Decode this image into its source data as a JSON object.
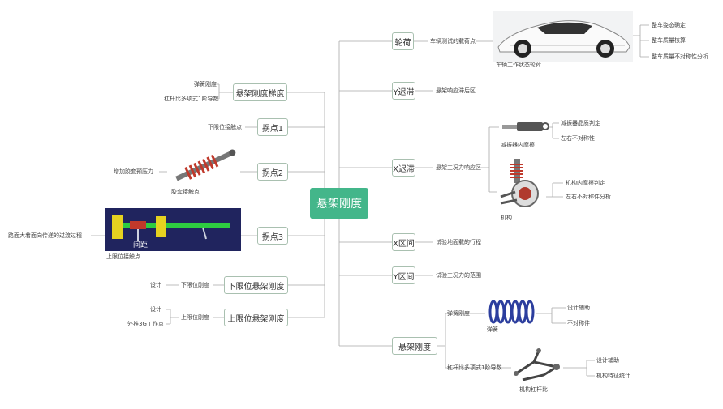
{
  "root": "悬架刚度",
  "right": {
    "lunhe": {
      "title": "轮荷",
      "sub": "车辆测试的载荷点",
      "caption": "车辆工作状态轮荷",
      "items": [
        "整车姿态确定",
        "整车质量核算",
        "整车质量不对称性分析"
      ]
    },
    "yjinghua": {
      "title": "Y迟滞",
      "sub": "悬架响应滞后区"
    },
    "xjinghua": {
      "title": "X迟滞",
      "sub": "悬架工况力响应区",
      "shock": {
        "caption": "减振器内摩擦",
        "items": [
          "减振器品质判定",
          "左右不对称性"
        ]
      },
      "mech": {
        "caption": "机构",
        "items": [
          "机构内摩擦判定",
          "左右不对称件分析"
        ]
      }
    },
    "xqujian": {
      "title": "X区间",
      "sub": "试验地面载的行程"
    },
    "yqujian": {
      "title": "Y区间",
      "sub": "试验工况力的范围"
    },
    "xuanjia": {
      "title": "悬架刚度",
      "spring": {
        "label": "弹簧刚度",
        "caption": "弹簧",
        "items": [
          "设计辅助",
          "不对称件"
        ]
      },
      "lever": {
        "label": "杠杆比多项式1阶导数",
        "caption": "机构杠杆比",
        "items": [
          "设计辅助",
          "机构特征统计"
        ]
      }
    }
  },
  "left": {
    "xuanjia_tidu": {
      "title": "悬架刚度梯度",
      "items": [
        "弹簧刚度",
        "杠杆比多项式1阶导数"
      ]
    },
    "guaidian1": {
      "title": "拐点1",
      "items": [
        "下限位接触点"
      ]
    },
    "guaidian2": {
      "title": "拐点2",
      "items": [
        "增加胶套预压力"
      ],
      "caption": "胶套接触点"
    },
    "guaidian3": {
      "title": "拐点3",
      "items": [
        "路面大着面向传递的过渡过程"
      ],
      "caption": "上限位接触点",
      "img_text": "间距"
    },
    "xiaxian": {
      "title": "下限位悬架刚度",
      "sub": "下限位刚度",
      "items": [
        "设计"
      ]
    },
    "shangxian": {
      "title": "上限位悬架刚度",
      "sub": "上限位刚度",
      "items": [
        "设计",
        "外推3G工作点"
      ]
    }
  },
  "colors": {
    "accent": "#43b68a",
    "line": "#a9a9a9",
    "border": "#a9c0b0"
  }
}
